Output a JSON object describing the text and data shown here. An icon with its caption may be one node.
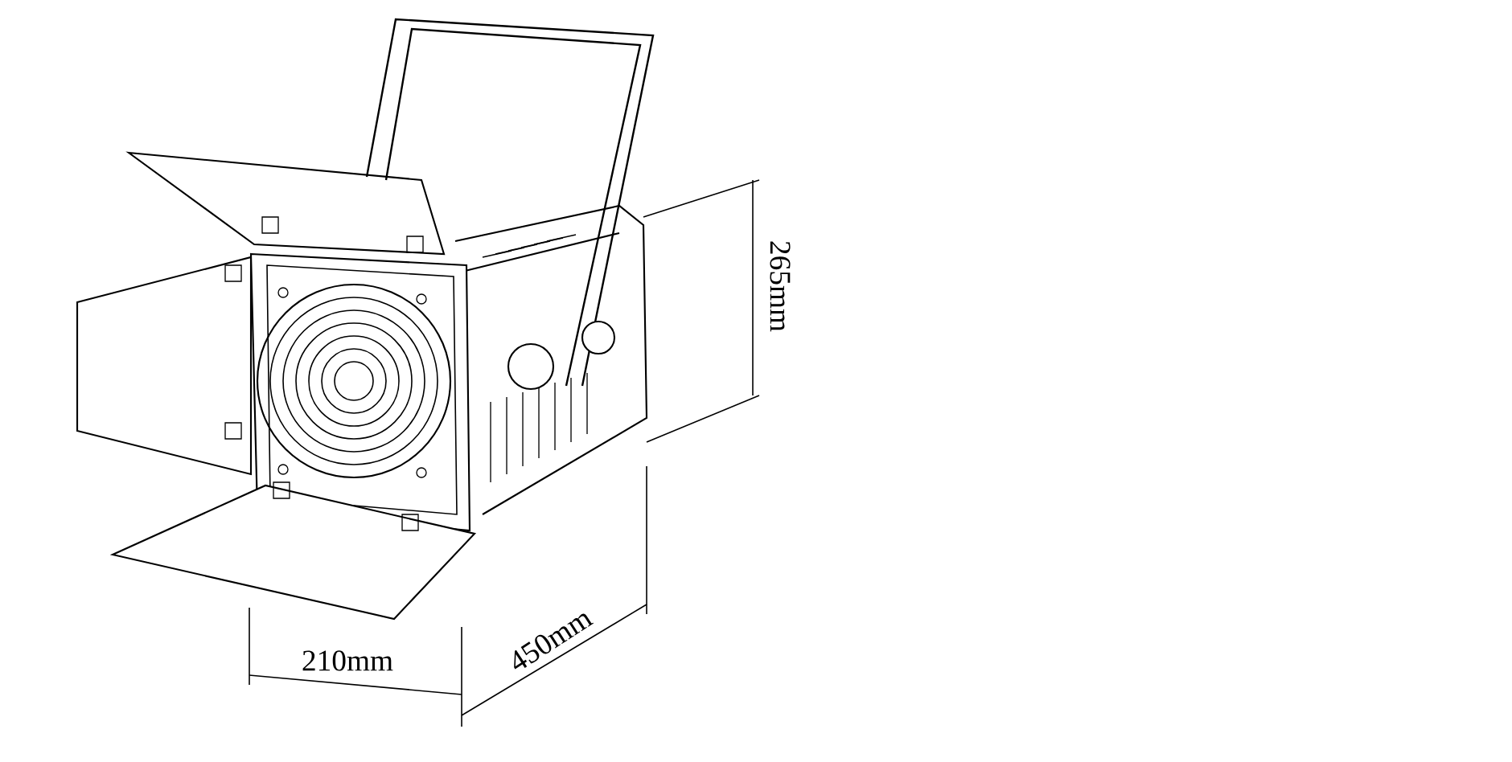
{
  "diagram": {
    "labels": [
      "265mm",
      "210mm",
      "450mm"
    ]
  }
}
